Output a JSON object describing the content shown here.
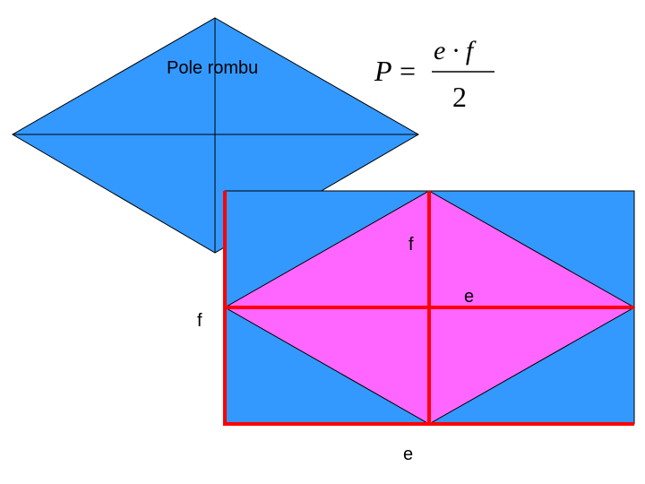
{
  "title": "Pole rombu",
  "formula": {
    "lhs": "P",
    "equals": "=",
    "numerator": "e · f",
    "denominator": "2"
  },
  "labels": {
    "f_vertical": "f",
    "e_right": "e",
    "f_left": "f",
    "e_bottom": "e"
  },
  "colors": {
    "blue": "#3399ff",
    "pink": "#ff66ff",
    "red": "#ff0000",
    "black": "#000000"
  }
}
